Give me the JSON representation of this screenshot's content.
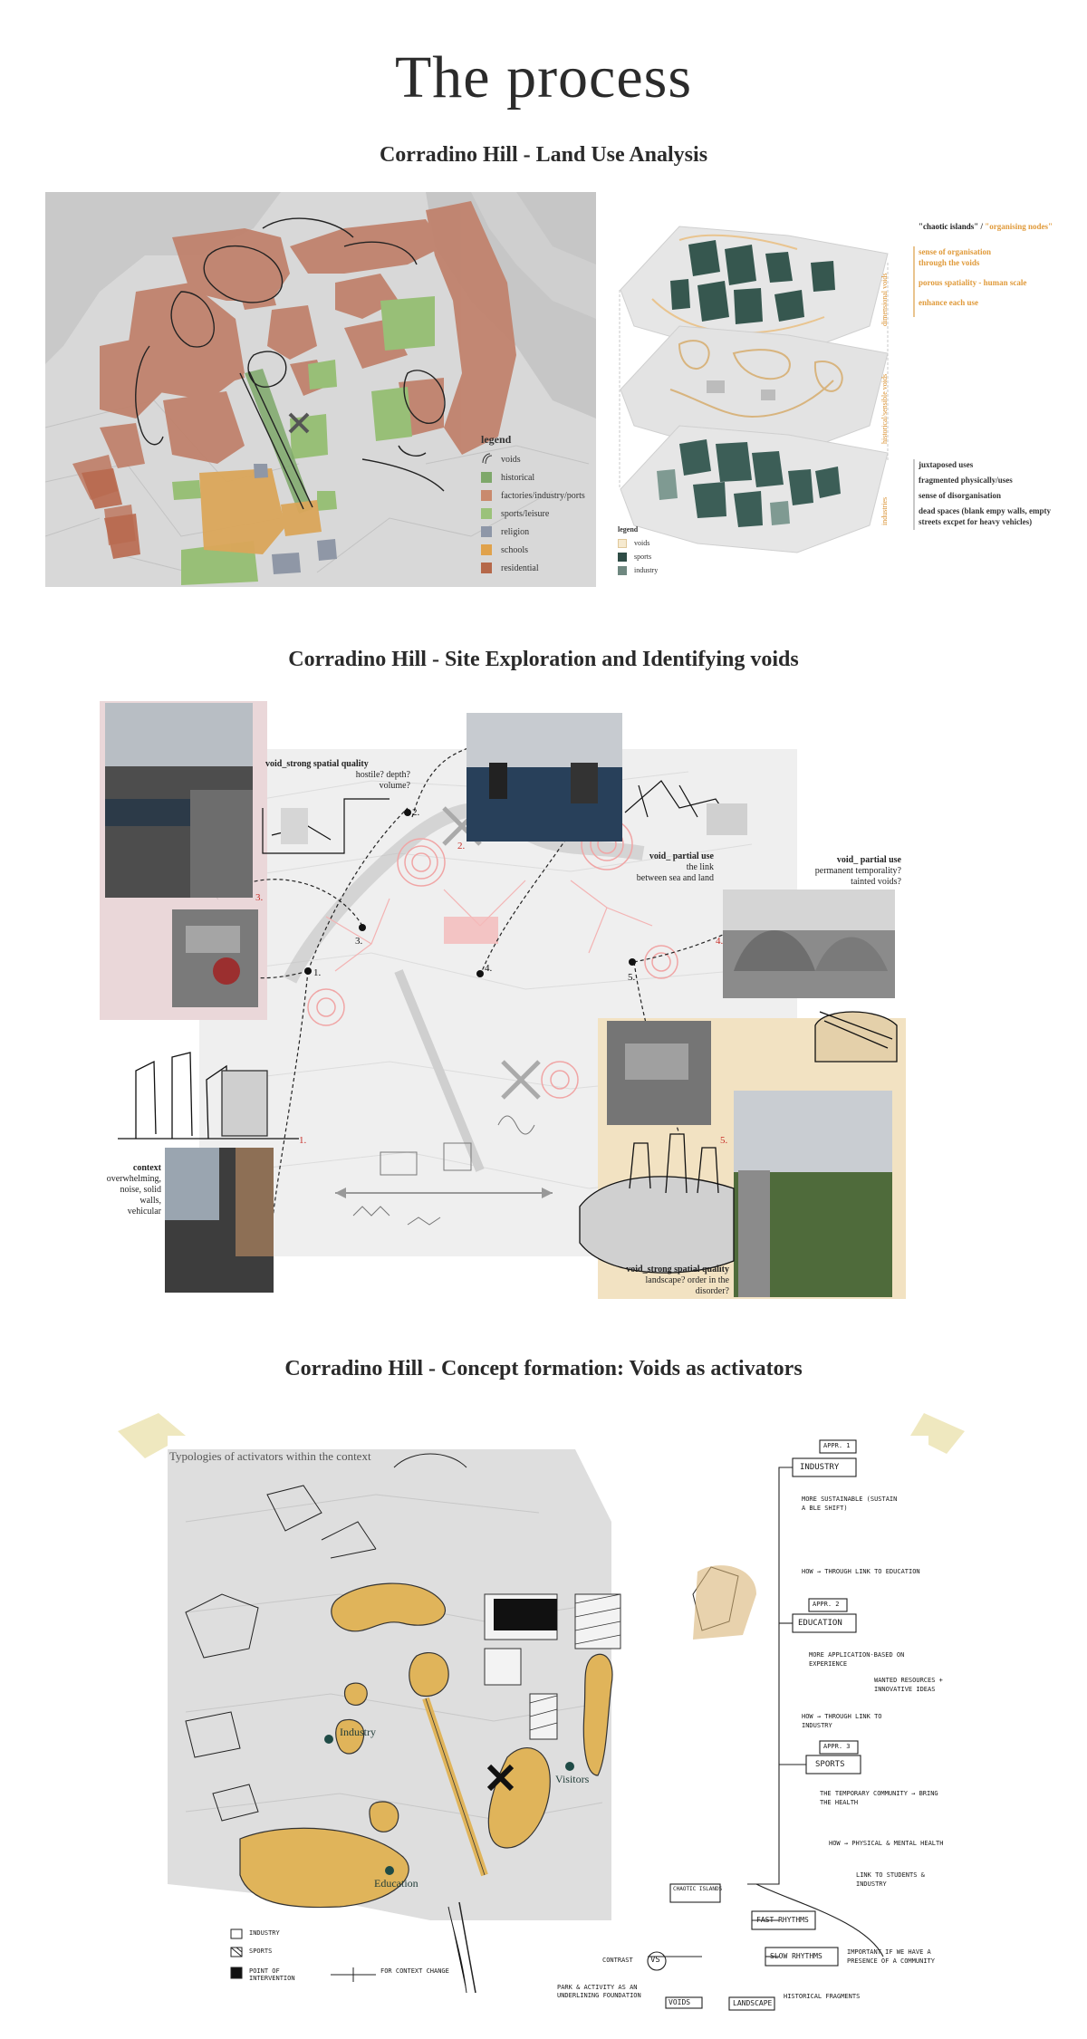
{
  "page": {
    "title": "The process"
  },
  "section1": {
    "title": "Corradino Hill - Land Use Analysis",
    "legend": {
      "title": "legend",
      "items": [
        {
          "label": "voids",
          "color": "#333333"
        },
        {
          "label": "historical",
          "color": "#7ea86a"
        },
        {
          "label": "factories/industry/ports",
          "color": "#c98a6d"
        },
        {
          "label": "sports/leisure",
          "color": "#9bc27a"
        },
        {
          "label": "religion",
          "color": "#8e97a8"
        },
        {
          "label": "schools",
          "color": "#e0a24c"
        },
        {
          "label": "residential",
          "color": "#b5684a"
        }
      ]
    },
    "axo_legend": {
      "title": "legend",
      "items": [
        {
          "label": "voids",
          "color": "#f6ead0"
        },
        {
          "label": "sports",
          "color": "#2f4d46"
        },
        {
          "label": "industry",
          "color": "#6f8880"
        }
      ]
    },
    "axo_labels": [
      "dimensional voids",
      "historical/sensible voids",
      "industries"
    ],
    "notes_top": {
      "line1_a": "\"chaotic islands\" /",
      "line1_b": "\"organising nodes\"",
      "items": [
        "sense of organisation through the voids",
        "porous spatiality - human scale",
        "enhance each use"
      ]
    },
    "notes_bottom": {
      "items": [
        "juxtaposed uses",
        "fragmented physically/uses",
        "sense of disorganisation",
        "dead spaces (blank empy walls, empty streets excpet for heavy vehicles)"
      ]
    },
    "colors": {
      "residential": "#c08066",
      "sports": "#98bf77",
      "schools": "#dba65a",
      "religion": "#8f97a6",
      "base": "#d9d9d9"
    }
  },
  "section2": {
    "title": "Corradino Hill - Site Exploration and Identifying voids",
    "captions": {
      "c1": {
        "head": "void_strong spatial quality",
        "lines": [
          "hostile? depth?",
          "volume?"
        ]
      },
      "c2": {
        "head": "void_ partial use",
        "lines": [
          "the link",
          "between sea and land"
        ]
      },
      "c3": {
        "head": "void_ partial use",
        "lines": [
          "permanent temporality?",
          "tainted voids?"
        ]
      },
      "c4": {
        "head": "context",
        "lines": [
          "overwhelming,",
          "noise, solid",
          "walls,",
          "vehicular"
        ]
      },
      "c5": {
        "head": "void_strong spatial quality",
        "lines": [
          "landscape? order in the",
          "disorder?"
        ]
      }
    },
    "markers": [
      "1.",
      "2.",
      "3.",
      "4.",
      "5."
    ],
    "red_markers": [
      "1.",
      "2.",
      "3.",
      "4.",
      "5."
    ]
  },
  "section3": {
    "title": "Corradino Hill - Concept formation: Voids as activators",
    "board_label": "Typologies of activators within the context",
    "zones": [
      "Industry",
      "Visitors",
      "Education"
    ],
    "flow": {
      "boxes": [
        "APPR. 1",
        "INDUSTRY",
        "APPR. 2",
        "EDUCATION",
        "APPR. 3",
        "SPORTS",
        "FAST RHYTHMS",
        "SLOW RHYTHMS",
        "LANDSCAPE",
        "VOIDS",
        "VS"
      ],
      "notes": [
        "MORE SUSTAINABLE (SUSTAIN A BLE SHIFT)",
        "HOW → THROUGH LINK TO EDUCATION",
        "MORE APPLICATION-BASED ON EXPERIENCE",
        "WANTED RESOURCES + INNOVATIVE IDEAS",
        "HOW → THROUGH LINK TO INDUSTRY",
        "THE TEMPORARY COMMUNITY → BRING THE HEALTH",
        "HOW → PHYSICAL & MENTAL HEALTH",
        "LINK TO STUDENTS & INDUSTRY",
        "IMPORTANT IF WE HAVE A PRESENCE OF A COMMUNITY",
        "CHAOTIC ISLANDS",
        "CONTRAST",
        "PARK & ACTIVITY AS AN UNDERLINING FOUNDATION",
        "HISTORICAL FRAGMENTS"
      ]
    },
    "legend": [
      "INDUSTRY",
      "SPORTS",
      "POINT OF INTERVENTION",
      "FOR CONTEXT CHANGE"
    ]
  }
}
